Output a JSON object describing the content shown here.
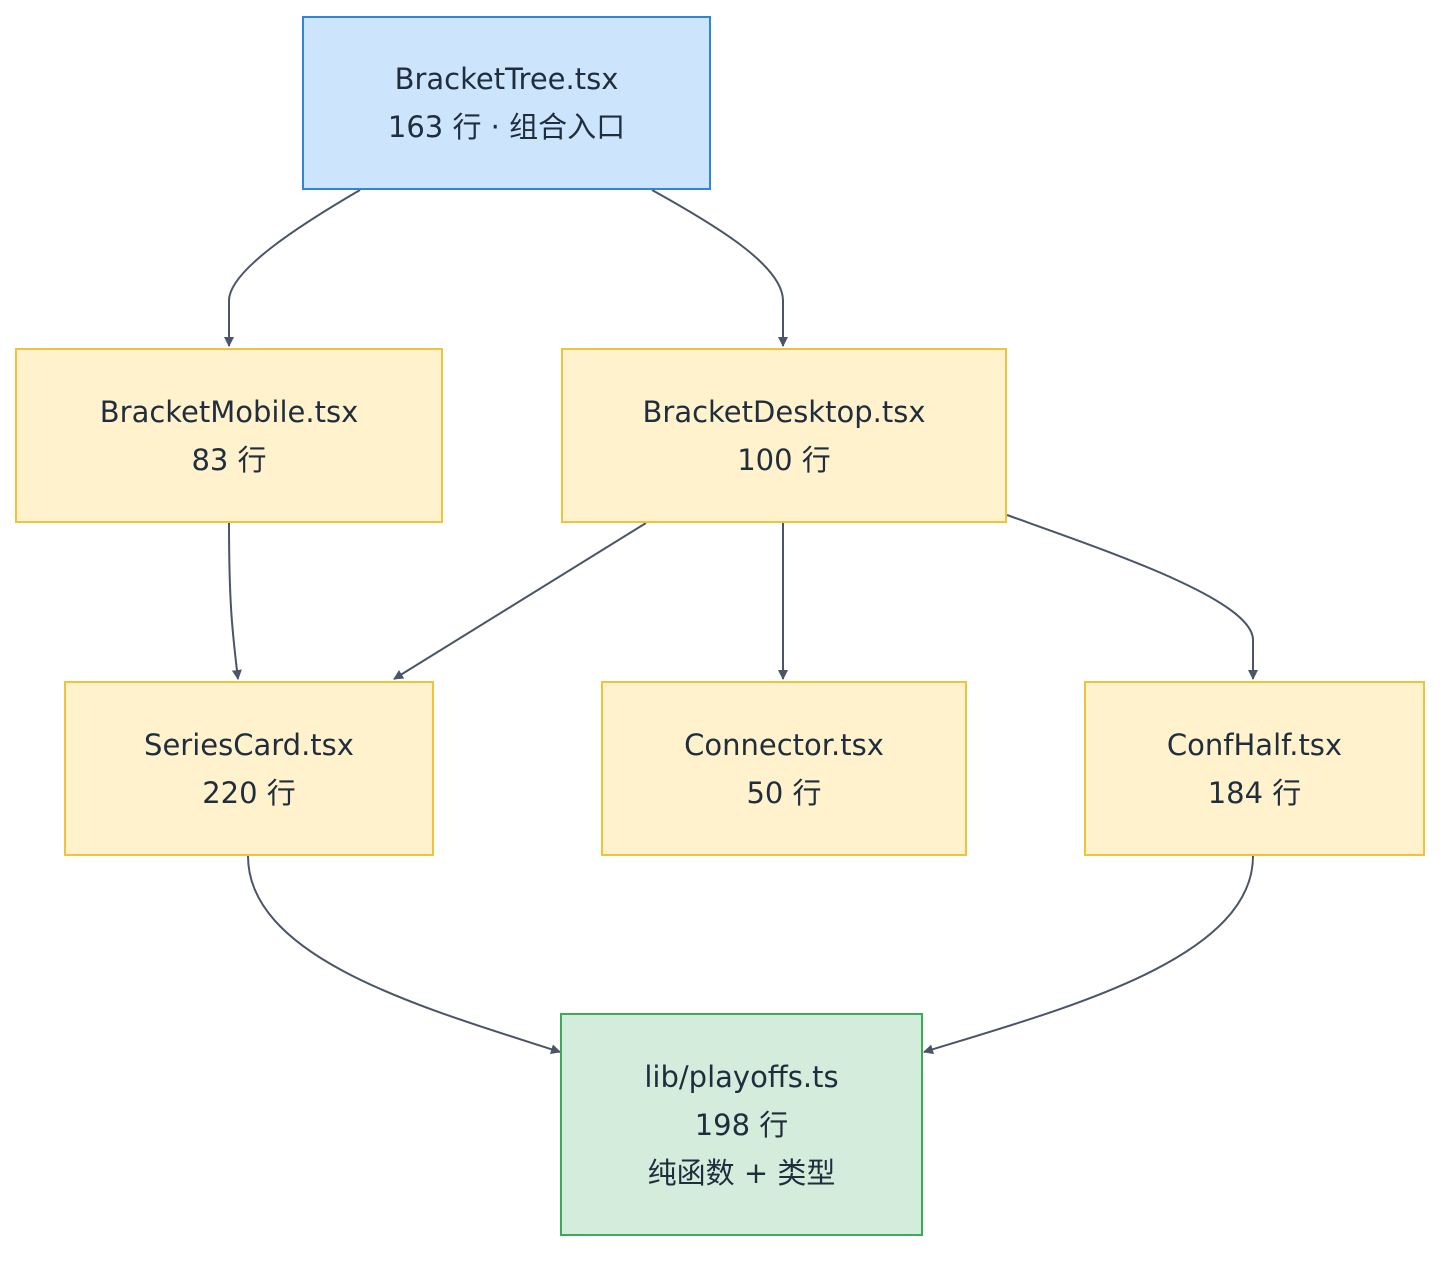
{
  "nodes": {
    "tree": {
      "name": "BracketTree.tsx",
      "detail": "163 行 · 组合入口"
    },
    "mobile": {
      "name": "BracketMobile.tsx",
      "detail": "83 行"
    },
    "desktop": {
      "name": "BracketDesktop.tsx",
      "detail": "100 行"
    },
    "series": {
      "name": "SeriesCard.tsx",
      "detail": "220 行"
    },
    "conn": {
      "name": "Connector.tsx",
      "detail": "50 行"
    },
    "conf": {
      "name": "ConfHalf.tsx",
      "detail": "184 行"
    },
    "lib": {
      "name": "lib/playoffs.ts",
      "detail": "198 行",
      "note": "纯函数 + 类型"
    }
  },
  "edges": [
    {
      "from": "BracketTree.tsx",
      "to": "BracketMobile.tsx"
    },
    {
      "from": "BracketTree.tsx",
      "to": "BracketDesktop.tsx"
    },
    {
      "from": "BracketMobile.tsx",
      "to": "SeriesCard.tsx"
    },
    {
      "from": "BracketDesktop.tsx",
      "to": "SeriesCard.tsx"
    },
    {
      "from": "BracketDesktop.tsx",
      "to": "Connector.tsx"
    },
    {
      "from": "BracketDesktop.tsx",
      "to": "ConfHalf.tsx"
    },
    {
      "from": "SeriesCard.tsx",
      "to": "lib/playoffs.ts"
    },
    {
      "from": "ConfHalf.tsx",
      "to": "lib/playoffs.ts"
    }
  ],
  "colors": {
    "entry_fill": "#cce5fc",
    "entry_border": "#2f86d6",
    "component_fill": "#fff2cc",
    "component_border": "#f0c33c",
    "lib_fill": "#d4ecdb",
    "lib_border": "#3daa55",
    "edge": "#4a5568"
  }
}
